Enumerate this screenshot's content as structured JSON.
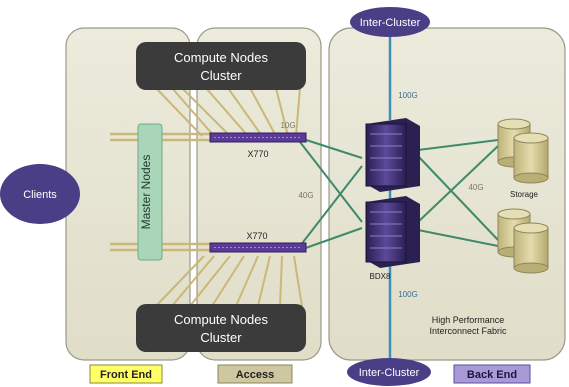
{
  "labels": {
    "inter_cluster_top": "Inter-Cluster",
    "inter_cluster_bottom": "Inter-Cluster",
    "clients": "Clients",
    "compute_top_line1": "Compute Nodes",
    "compute_top_line2": "Cluster",
    "compute_bottom_line1": "Compute Nodes",
    "compute_bottom_line2": "Cluster",
    "master_nodes": "Master Nodes",
    "switch_top": "X770",
    "switch_bottom": "X770",
    "speed_10g": "10G",
    "speed_40g_left": "40G",
    "speed_100g_top": "100G",
    "speed_100g_bottom": "100G",
    "speed_40g_right": "40G",
    "storage": "Storage",
    "bdx8": "BDX8",
    "fabric_line1": "High Performance",
    "fabric_line2": "Interconnect Fabric",
    "zone_front_end": "Front End",
    "zone_access": "Access",
    "zone_back_end": "Back End"
  },
  "colors": {
    "panel_fill": "#e8e6d6",
    "panel_stroke": "#9a9a8a",
    "cluster_box": "#3b3b3b",
    "oval_purple": "#4a3f86",
    "master_green": "#a9d5b9",
    "switch_purple": "#5a3c98",
    "link_gold": "#c9b878",
    "link_green": "#3f8a6a",
    "link_blue": "#3e8fb8",
    "storage_fill": "#d6cc9a",
    "zone_front_end": "#ffff66",
    "zone_access": "#cfc7a0",
    "zone_back_end": "#a79ad6"
  }
}
